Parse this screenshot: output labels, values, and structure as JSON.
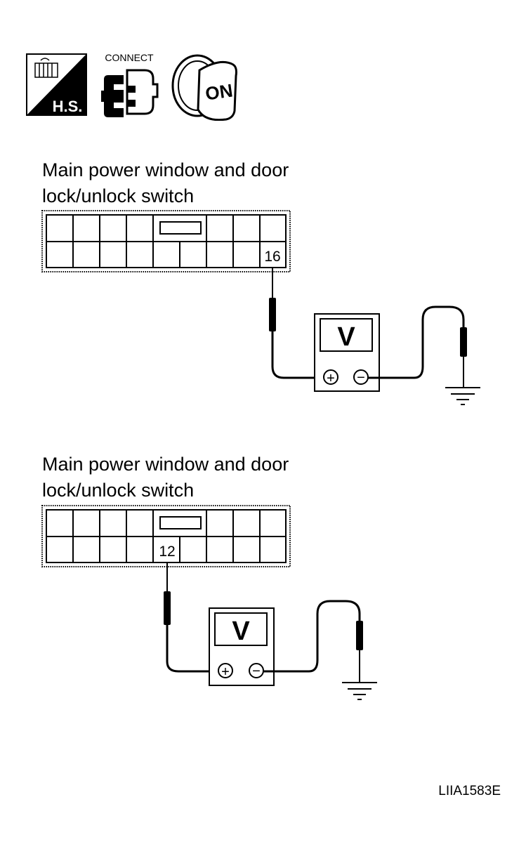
{
  "icons": {
    "hs_label": "H.S.",
    "connect_label": "CONNECT",
    "key_label": "ON",
    "items": [
      "harness-connector-hs-icon",
      "connect-icon",
      "ignition-on-icon"
    ]
  },
  "check_1": {
    "title_line1": "Main power window and door",
    "title_line2": "lock/unlock switch",
    "terminal": "16",
    "meter_label": "V",
    "plus": "+",
    "minus": "−"
  },
  "check_2": {
    "title_line1": "Main power window and door",
    "title_line2": "lock/unlock switch",
    "terminal": "12",
    "meter_label": "V",
    "plus": "+",
    "minus": "−"
  },
  "figure_code": "LIIA1583E"
}
